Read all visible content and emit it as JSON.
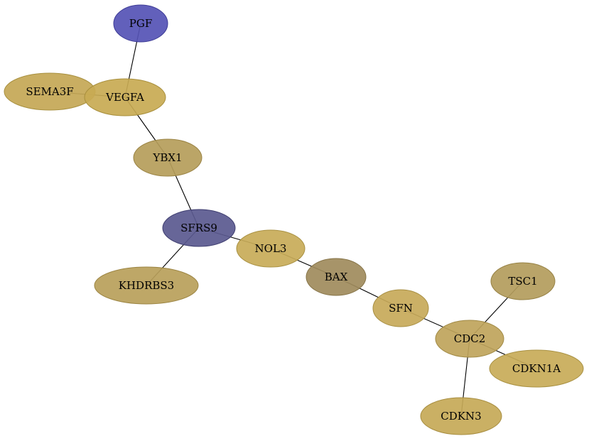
{
  "nodes": [
    {
      "id": "PGF",
      "label": "PGF",
      "fill": "#5553b5",
      "stroke": "#3e3c96"
    },
    {
      "id": "SEMA3F",
      "label": "SEMA3F",
      "fill": "#c4a755",
      "stroke": "#a8903f"
    },
    {
      "id": "VEGFA",
      "label": "VEGFA",
      "fill": "#c8aa52",
      "stroke": "#a88f3c"
    },
    {
      "id": "YBX1",
      "label": "YBX1",
      "fill": "#b59d5a",
      "stroke": "#9a8344"
    },
    {
      "id": "SFRS9",
      "label": "SFRS9",
      "fill": "#5a598f",
      "stroke": "#3f3e70"
    },
    {
      "id": "KHDRBS3",
      "label": "KHDRBS3",
      "fill": "#b9a05a",
      "stroke": "#9c8543"
    },
    {
      "id": "NOL3",
      "label": "NOL3",
      "fill": "#c8ab58",
      "stroke": "#a99142"
    },
    {
      "id": "BAX",
      "label": "BAX",
      "fill": "#9f8b5c",
      "stroke": "#857347"
    },
    {
      "id": "SFN",
      "label": "SFN",
      "fill": "#c7a959",
      "stroke": "#a88f43"
    },
    {
      "id": "TSC1",
      "label": "TSC1",
      "fill": "#b39c5c",
      "stroke": "#978245"
    },
    {
      "id": "CDC2",
      "label": "CDC2",
      "fill": "#bfa45b",
      "stroke": "#a18a45"
    },
    {
      "id": "CDKN1A",
      "label": "CDKN1A",
      "fill": "#c8ab58",
      "stroke": "#a99142"
    },
    {
      "id": "CDKN3",
      "label": "CDKN3",
      "fill": "#c6a957",
      "stroke": "#a88e41"
    }
  ],
  "edges": [
    {
      "source": "PGF",
      "target": "VEGFA"
    },
    {
      "source": "SEMA3F",
      "target": "VEGFA"
    },
    {
      "source": "VEGFA",
      "target": "YBX1"
    },
    {
      "source": "YBX1",
      "target": "SFRS9"
    },
    {
      "source": "SFRS9",
      "target": "KHDRBS3"
    },
    {
      "source": "SFRS9",
      "target": "NOL3"
    },
    {
      "source": "NOL3",
      "target": "BAX"
    },
    {
      "source": "BAX",
      "target": "SFN"
    },
    {
      "source": "SFN",
      "target": "CDC2"
    },
    {
      "source": "CDC2",
      "target": "TSC1"
    },
    {
      "source": "CDC2",
      "target": "CDKN1A"
    },
    {
      "source": "CDC2",
      "target": "CDKN3"
    }
  ]
}
